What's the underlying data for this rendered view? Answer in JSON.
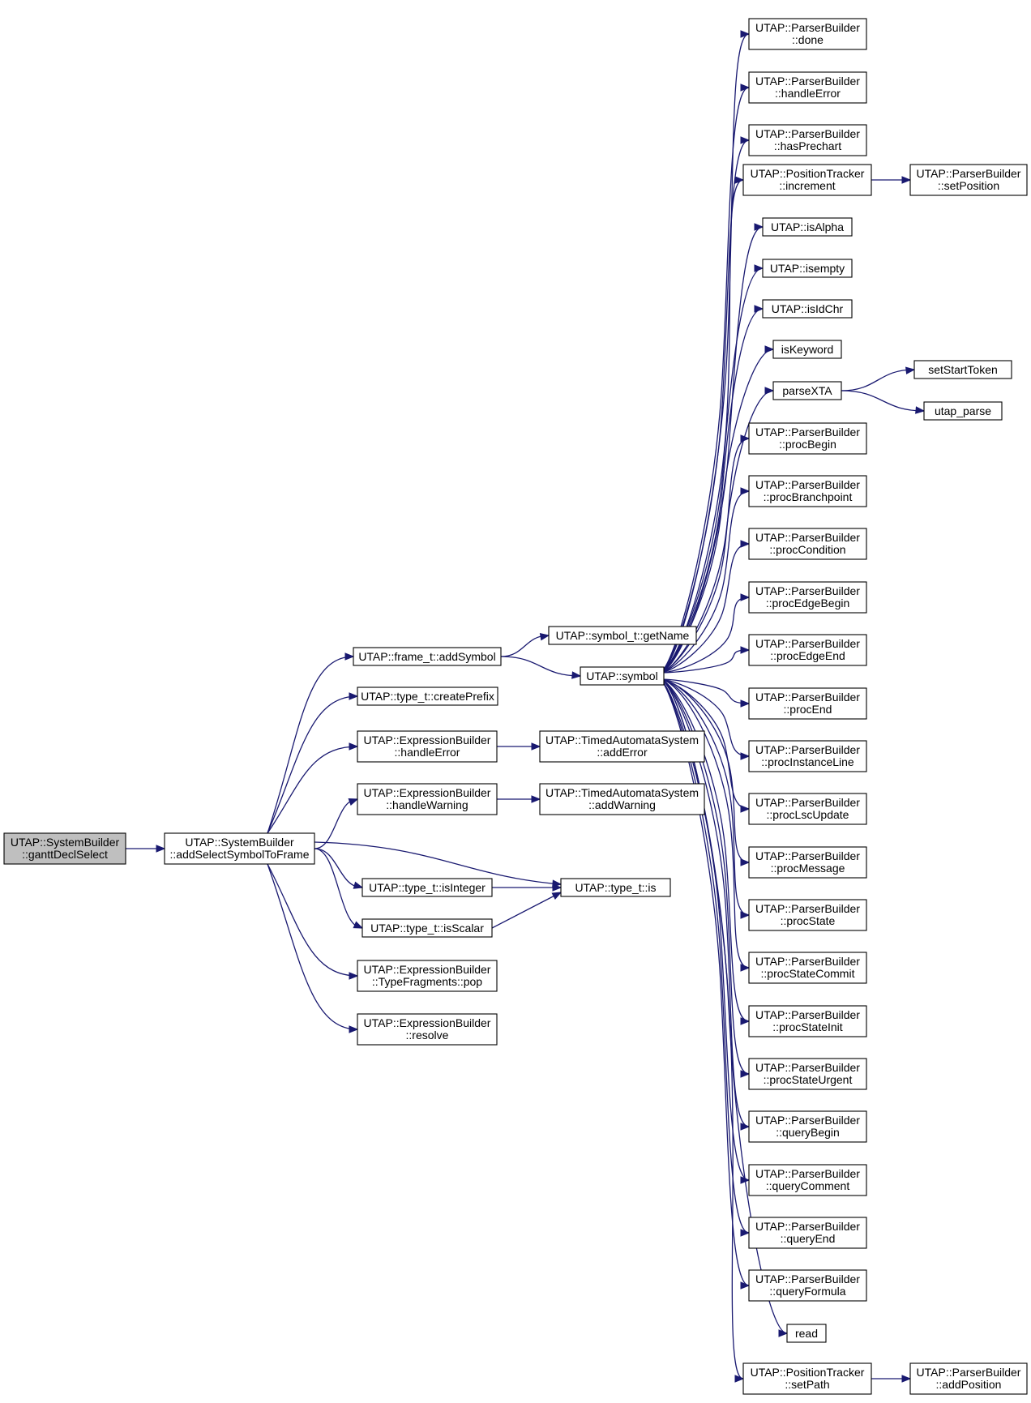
{
  "diagram": {
    "colors": {
      "edge": "#191970",
      "root_fill": "#bfbfbf",
      "node_fill": "#ffffff",
      "node_border": "#000000"
    },
    "nodes": [
      {
        "id": "gantt",
        "lines": [
          "UTAP::SystemBuilder",
          "::ganttDeclSelect"
        ],
        "root": true
      },
      {
        "id": "addSel",
        "lines": [
          "UTAP::SystemBuilder",
          "::addSelectSymbolToFrame"
        ]
      },
      {
        "id": "frameAdd",
        "lines": [
          "UTAP::frame_t::addSymbol"
        ]
      },
      {
        "id": "createPrefix",
        "lines": [
          "UTAP::type_t::createPrefix"
        ]
      },
      {
        "id": "ebHandleError",
        "lines": [
          "UTAP::ExpressionBuilder",
          "::handleError"
        ]
      },
      {
        "id": "ebHandleWarning",
        "lines": [
          "UTAP::ExpressionBuilder",
          "::handleWarning"
        ]
      },
      {
        "id": "isInteger",
        "lines": [
          "UTAP::type_t::isInteger"
        ]
      },
      {
        "id": "isScalar",
        "lines": [
          "UTAP::type_t::isScalar"
        ]
      },
      {
        "id": "pop",
        "lines": [
          "UTAP::ExpressionBuilder",
          "::TypeFragments::pop"
        ]
      },
      {
        "id": "resolve",
        "lines": [
          "UTAP::ExpressionBuilder",
          "::resolve"
        ]
      },
      {
        "id": "getName",
        "lines": [
          "UTAP::symbol_t::getName"
        ]
      },
      {
        "id": "symbol",
        "lines": [
          "UTAP::symbol"
        ]
      },
      {
        "id": "addError",
        "lines": [
          "UTAP::TimedAutomataSystem",
          "::addError"
        ]
      },
      {
        "id": "addWarning",
        "lines": [
          "UTAP::TimedAutomataSystem",
          "::addWarning"
        ]
      },
      {
        "id": "typeIs",
        "lines": [
          "UTAP::type_t::is"
        ]
      },
      {
        "id": "done",
        "lines": [
          "UTAP::ParserBuilder",
          "::done"
        ]
      },
      {
        "id": "pbHandleError",
        "lines": [
          "UTAP::ParserBuilder",
          "::handleError"
        ]
      },
      {
        "id": "hasPrechart",
        "lines": [
          "UTAP::ParserBuilder",
          "::hasPrechart"
        ]
      },
      {
        "id": "increment",
        "lines": [
          "UTAP::PositionTracker",
          "::increment"
        ]
      },
      {
        "id": "isAlpha",
        "lines": [
          "UTAP::isAlpha"
        ]
      },
      {
        "id": "isempty",
        "lines": [
          "UTAP::isempty"
        ]
      },
      {
        "id": "isIdChr",
        "lines": [
          "UTAP::isIdChr"
        ]
      },
      {
        "id": "isKeyword",
        "lines": [
          "isKeyword"
        ]
      },
      {
        "id": "parseXTA",
        "lines": [
          "parseXTA"
        ]
      },
      {
        "id": "procBegin",
        "lines": [
          "UTAP::ParserBuilder",
          "::procBegin"
        ]
      },
      {
        "id": "procBranchpoint",
        "lines": [
          "UTAP::ParserBuilder",
          "::procBranchpoint"
        ]
      },
      {
        "id": "procCondition",
        "lines": [
          "UTAP::ParserBuilder",
          "::procCondition"
        ]
      },
      {
        "id": "procEdgeBegin",
        "lines": [
          "UTAP::ParserBuilder",
          "::procEdgeBegin"
        ]
      },
      {
        "id": "procEdgeEnd",
        "lines": [
          "UTAP::ParserBuilder",
          "::procEdgeEnd"
        ]
      },
      {
        "id": "procEnd",
        "lines": [
          "UTAP::ParserBuilder",
          "::procEnd"
        ]
      },
      {
        "id": "procInstanceLine",
        "lines": [
          "UTAP::ParserBuilder",
          "::procInstanceLine"
        ]
      },
      {
        "id": "procLscUpdate",
        "lines": [
          "UTAP::ParserBuilder",
          "::procLscUpdate"
        ]
      },
      {
        "id": "procMessage",
        "lines": [
          "UTAP::ParserBuilder",
          "::procMessage"
        ]
      },
      {
        "id": "procState",
        "lines": [
          "UTAP::ParserBuilder",
          "::procState"
        ]
      },
      {
        "id": "procStateCommit",
        "lines": [
          "UTAP::ParserBuilder",
          "::procStateCommit"
        ]
      },
      {
        "id": "procStateInit",
        "lines": [
          "UTAP::ParserBuilder",
          "::procStateInit"
        ]
      },
      {
        "id": "procStateUrgent",
        "lines": [
          "UTAP::ParserBuilder",
          "::procStateUrgent"
        ]
      },
      {
        "id": "queryBegin",
        "lines": [
          "UTAP::ParserBuilder",
          "::queryBegin"
        ]
      },
      {
        "id": "queryComment",
        "lines": [
          "UTAP::ParserBuilder",
          "::queryComment"
        ]
      },
      {
        "id": "queryEnd",
        "lines": [
          "UTAP::ParserBuilder",
          "::queryEnd"
        ]
      },
      {
        "id": "queryFormula",
        "lines": [
          "UTAP::ParserBuilder",
          "::queryFormula"
        ]
      },
      {
        "id": "read",
        "lines": [
          "read"
        ]
      },
      {
        "id": "setPath",
        "lines": [
          "UTAP::PositionTracker",
          "::setPath"
        ]
      },
      {
        "id": "setPosition",
        "lines": [
          "UTAP::ParserBuilder",
          "::setPosition"
        ]
      },
      {
        "id": "setStartToken",
        "lines": [
          "setStartToken"
        ]
      },
      {
        "id": "utapParse",
        "lines": [
          "utap_parse"
        ]
      },
      {
        "id": "addPosition",
        "lines": [
          "UTAP::ParserBuilder",
          "::addPosition"
        ]
      }
    ],
    "edges": [
      [
        "gantt",
        "addSel"
      ],
      [
        "addSel",
        "frameAdd"
      ],
      [
        "addSel",
        "createPrefix"
      ],
      [
        "addSel",
        "ebHandleError"
      ],
      [
        "addSel",
        "ebHandleWarning"
      ],
      [
        "addSel",
        "typeIs"
      ],
      [
        "addSel",
        "isInteger"
      ],
      [
        "addSel",
        "isScalar"
      ],
      [
        "addSel",
        "pop"
      ],
      [
        "addSel",
        "resolve"
      ],
      [
        "frameAdd",
        "getName"
      ],
      [
        "frameAdd",
        "symbol"
      ],
      [
        "ebHandleError",
        "addError"
      ],
      [
        "ebHandleWarning",
        "addWarning"
      ],
      [
        "isInteger",
        "typeIs"
      ],
      [
        "isScalar",
        "typeIs"
      ],
      [
        "symbol",
        "done"
      ],
      [
        "symbol",
        "pbHandleError"
      ],
      [
        "symbol",
        "hasPrechart"
      ],
      [
        "symbol",
        "increment"
      ],
      [
        "symbol",
        "isAlpha"
      ],
      [
        "symbol",
        "isempty"
      ],
      [
        "symbol",
        "isIdChr"
      ],
      [
        "symbol",
        "isKeyword"
      ],
      [
        "symbol",
        "parseXTA"
      ],
      [
        "symbol",
        "procBegin"
      ],
      [
        "symbol",
        "procBranchpoint"
      ],
      [
        "symbol",
        "procCondition"
      ],
      [
        "symbol",
        "procEdgeBegin"
      ],
      [
        "symbol",
        "procEdgeEnd"
      ],
      [
        "symbol",
        "procEnd"
      ],
      [
        "symbol",
        "procInstanceLine"
      ],
      [
        "symbol",
        "procLscUpdate"
      ],
      [
        "symbol",
        "procMessage"
      ],
      [
        "symbol",
        "procState"
      ],
      [
        "symbol",
        "procStateCommit"
      ],
      [
        "symbol",
        "procStateInit"
      ],
      [
        "symbol",
        "procStateUrgent"
      ],
      [
        "symbol",
        "queryBegin"
      ],
      [
        "symbol",
        "queryComment"
      ],
      [
        "symbol",
        "queryEnd"
      ],
      [
        "symbol",
        "queryFormula"
      ],
      [
        "symbol",
        "read"
      ],
      [
        "symbol",
        "setPath"
      ],
      [
        "increment",
        "setPosition"
      ],
      [
        "parseXTA",
        "setStartToken"
      ],
      [
        "parseXTA",
        "utapParse"
      ],
      [
        "setPath",
        "addPosition"
      ]
    ]
  }
}
